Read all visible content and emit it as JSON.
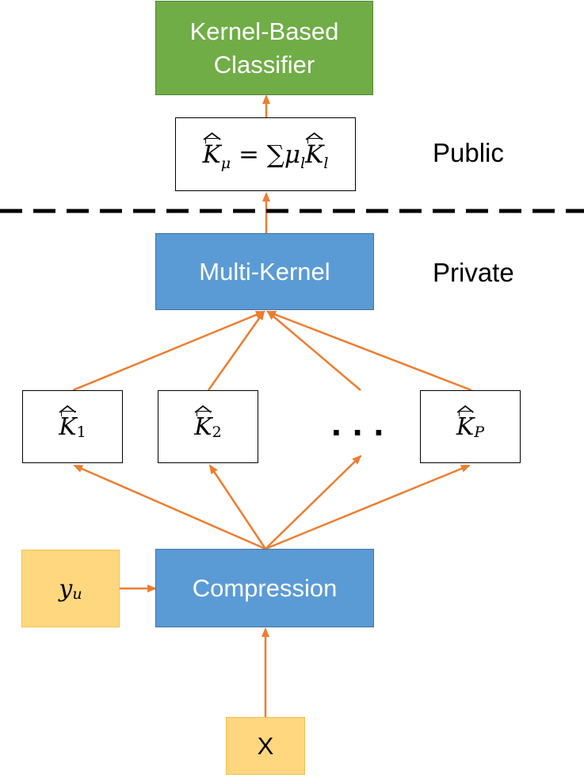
{
  "classifier": {
    "line1": "Kernel-Based",
    "line2": "Classifier"
  },
  "combined_kernel": {
    "lhs_base": "K",
    "lhs_sub": "μ",
    "op": " = ∑",
    "mu": "μ",
    "mu_sub": "l",
    "rhs_base": "K",
    "rhs_sub": "l"
  },
  "regions": {
    "public": "Public",
    "private": "Private"
  },
  "multi_kernel": {
    "label": "Multi-Kernel"
  },
  "kernels": [
    {
      "base": "K",
      "sub": "1"
    },
    {
      "base": "K",
      "sub": "2"
    },
    {
      "base": "K",
      "sub": "P"
    }
  ],
  "ellipsis": "...",
  "labels_input": {
    "base": "y",
    "sub": "u"
  },
  "compression": {
    "label": "Compression"
  },
  "data_input": {
    "label": "X"
  },
  "colors": {
    "arrow": "#ed7d31",
    "blue": "#5b9bd5",
    "green": "#70ad47",
    "yellow": "#ffd77f"
  }
}
